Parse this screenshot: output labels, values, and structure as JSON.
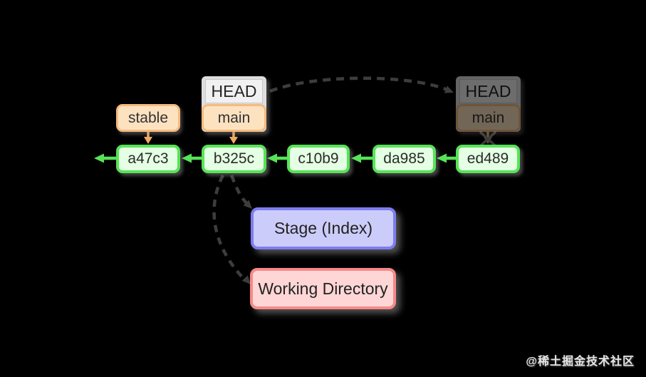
{
  "labels": {
    "head": "HEAD",
    "main": "main",
    "head_old": "HEAD",
    "main_old": "main",
    "stable": "stable",
    "stage": "Stage (Index)",
    "working_directory": "Working Directory"
  },
  "commits": [
    "a47c3",
    "b325c",
    "c10b9",
    "da985",
    "ed489"
  ],
  "watermark": "@稀土掘金技术社区",
  "colors": {
    "background": "#000000",
    "commit-fill": "#e4ffe4",
    "commit-border": "#57e357",
    "branch-fill": "#fde2c0",
    "branch-border": "#f6ba7e",
    "head-card": "#dedede",
    "head-label-fill": "#f1f1f1",
    "head-label-border": "#c9c9c9",
    "stage-fill": "#ccccfa",
    "stage-border": "#7d7df0",
    "working-fill": "#ffd6d6",
    "working-border": "#f68989",
    "arrow-dark": "#3d3d3d",
    "arrow-orange": "#f2a963",
    "text-dark": "#2b2b2b"
  }
}
